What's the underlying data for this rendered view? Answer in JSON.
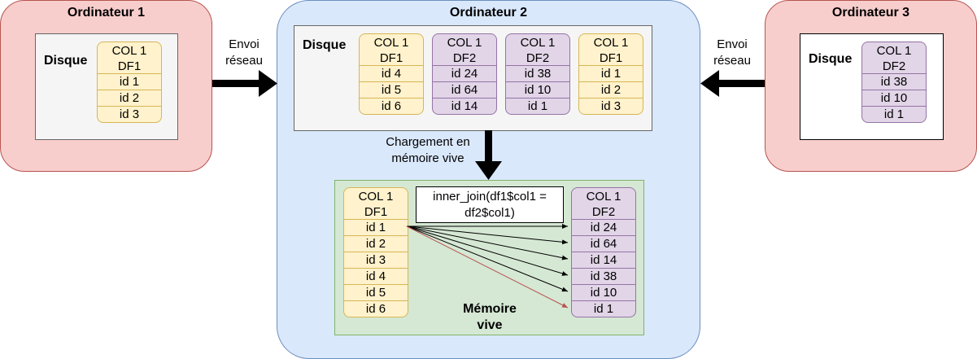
{
  "computers": [
    {
      "title": "Ordinateur 1",
      "disk_label": "Disque",
      "tables": [
        {
          "header": [
            "COL 1",
            "DF1"
          ],
          "rows": [
            "id 1",
            "id 2",
            "id 3"
          ],
          "color": "yellow"
        }
      ]
    },
    {
      "title": "Ordinateur 2",
      "disk_label": "Disque",
      "tables": [
        {
          "header": [
            "COL 1",
            "DF1"
          ],
          "rows": [
            "id 4",
            "id 5",
            "id 6"
          ],
          "color": "yellow"
        },
        {
          "header": [
            "COL 1",
            "DF2"
          ],
          "rows": [
            "id 24",
            "id 64",
            "id 14"
          ],
          "color": "purple"
        },
        {
          "header": [
            "COL 1",
            "DF2"
          ],
          "rows": [
            "id 38",
            "id 10",
            "id 1"
          ],
          "color": "purple"
        },
        {
          "header": [
            "COL 1",
            "DF1"
          ],
          "rows": [
            "id 1",
            "id 2",
            "id 3"
          ],
          "color": "yellow"
        }
      ],
      "memory": {
        "label": [
          "Mémoire",
          "vive"
        ],
        "function_text": [
          "inner_join(df1$col1 =",
          "df2$col1)"
        ],
        "left_table": {
          "header": [
            "COL 1",
            "DF1"
          ],
          "rows": [
            "id 1",
            "id 2",
            "id 3",
            "id 4",
            "id 5",
            "id 6"
          ],
          "color": "yellow"
        },
        "right_table": {
          "header": [
            "COL 1",
            "DF2"
          ],
          "rows": [
            "id 24",
            "id 64",
            "id 14",
            "id 38",
            "id 10",
            "id 1"
          ],
          "color": "purple"
        },
        "join_source_row": "id 1",
        "match_row": "id 1"
      }
    },
    {
      "title": "Ordinateur 3",
      "disk_label": "Disque",
      "tables": [
        {
          "header": [
            "COL 1",
            "DF2"
          ],
          "rows": [
            "id 38",
            "id 10",
            "id 1"
          ],
          "color": "purple"
        }
      ]
    }
  ],
  "arrows": {
    "left_label": [
      "Envoi",
      "réseau"
    ],
    "right_label": [
      "Envoi",
      "réseau"
    ],
    "load_label": [
      "Chargement en",
      "mémoire vive"
    ]
  },
  "colors": {
    "computer_red_fill": "#f8cecc",
    "computer_red_border": "#b85450",
    "computer_blue_fill": "#dae8fc",
    "computer_blue_border": "#6c8ebf",
    "disk_fill": "#f5f5f5",
    "memory_fill": "#d5e8d4",
    "memory_border": "#82b366",
    "df1_fill": "#fff2cc",
    "df1_border": "#d6b656",
    "df2_fill": "#e1d5e7",
    "df2_border": "#9673a6",
    "match_arrow": "#b85450"
  }
}
